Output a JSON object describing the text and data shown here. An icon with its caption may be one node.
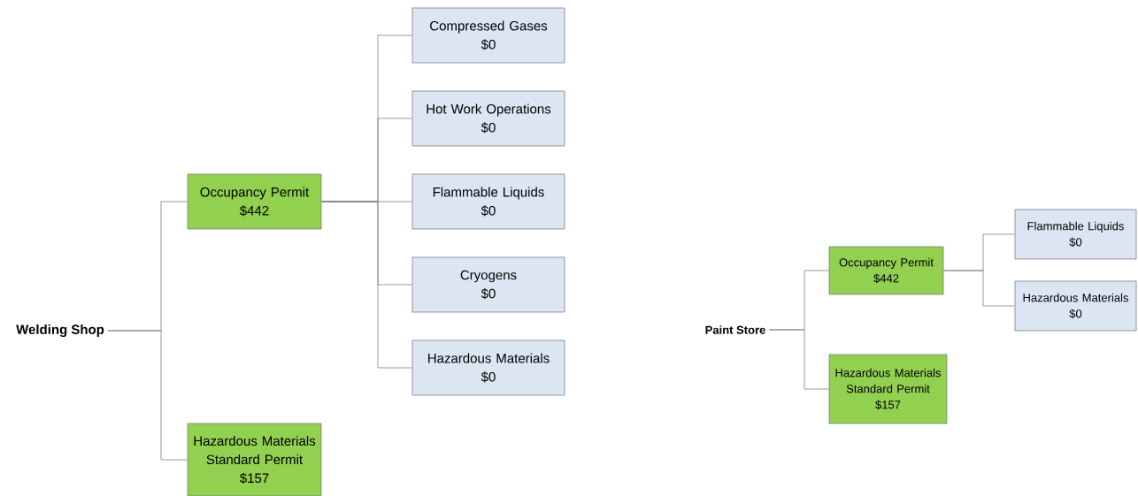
{
  "diagram": {
    "nodes": [
      {
        "text": [
          "Welding Shop"
        ]
      },
      {
        "text": [
          "Occupancy Permit",
          "$442"
        ]
      },
      {
        "text": [
          "Compressed Gases",
          "$0"
        ]
      },
      {
        "text": [
          "Hot Work Operations",
          "$0"
        ]
      },
      {
        "text": [
          "Flammable Liquids",
          "$0"
        ]
      },
      {
        "text": [
          "Cryogens",
          "$0"
        ]
      },
      {
        "text": [
          "Hazardous Materials",
          "$0"
        ]
      },
      {
        "text": [
          "Hazardous Materials Standard Permit",
          "$157"
        ]
      },
      {
        "text": [
          "Paint Store"
        ]
      },
      {
        "text": [
          "Occupancy Permit",
          "$442"
        ]
      },
      {
        "text": [
          "Flammable Liquids",
          "$0"
        ]
      },
      {
        "text": [
          "Hazardous Materials",
          "$0"
        ]
      },
      {
        "text": [
          "Hazardous Materials Standard Permit",
          "$157"
        ]
      }
    ],
    "edges": [
      {
        "from": 0,
        "to": 1,
        "arrow": "none"
      },
      {
        "from": 0,
        "to": 7,
        "arrow": "none"
      },
      {
        "from": 1,
        "to": 2,
        "arrow": "none"
      },
      {
        "from": 1,
        "to": 3,
        "arrow": "none"
      },
      {
        "from": 1,
        "to": 4,
        "arrow": "none"
      },
      {
        "from": 1,
        "to": 5,
        "arrow": "none"
      },
      {
        "from": 1,
        "to": 6,
        "arrow": "none"
      },
      {
        "from": 8,
        "to": 9,
        "arrow": "none"
      },
      {
        "from": 8,
        "to": 12,
        "arrow": "none"
      },
      {
        "from": 9,
        "to": 10,
        "arrow": "none"
      },
      {
        "from": 9,
        "to": 11,
        "arrow": "none"
      }
    ]
  }
}
